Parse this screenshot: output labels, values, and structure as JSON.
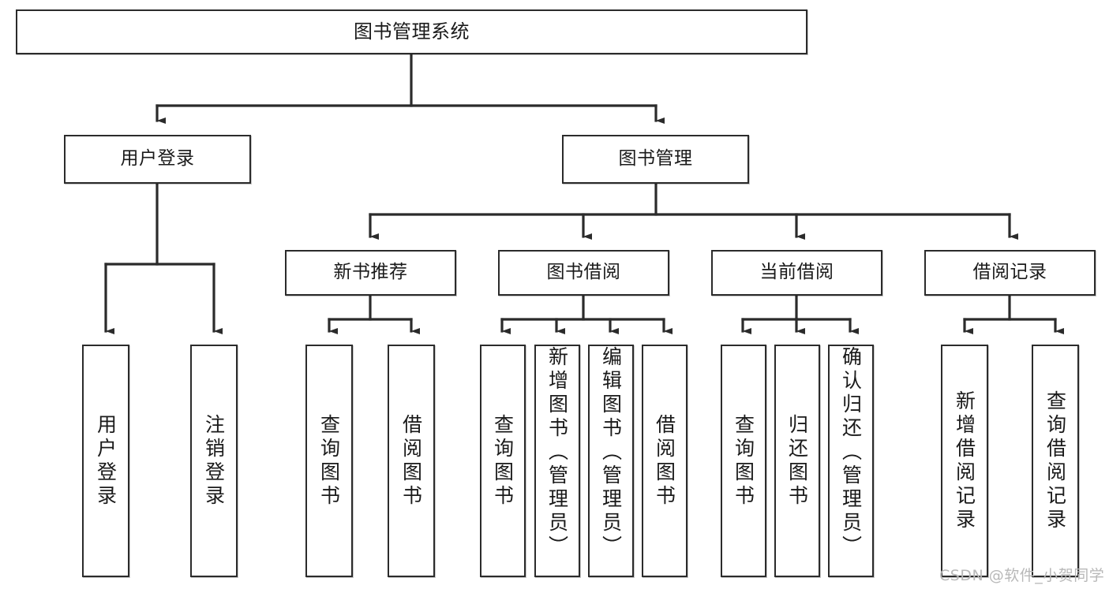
{
  "diagram": {
    "title": "图书管理系统",
    "type": "functional-structure-tree",
    "watermark": "CSDN @软件_小贺同学",
    "colors": {
      "stroke": "#2b2b2b",
      "fill": "#ffffff",
      "text": "#1a1a1a",
      "watermark": "#b8b8b8"
    },
    "levels": {
      "root": {
        "label": "图书管理系统"
      },
      "level2": [
        {
          "label": "用户登录"
        },
        {
          "label": "图书管理"
        }
      ],
      "level3": [
        {
          "label": "新书推荐"
        },
        {
          "label": "图书借阅"
        },
        {
          "label": "当前借阅"
        },
        {
          "label": "借阅记录"
        }
      ],
      "leaves": {
        "user_login": [
          {
            "label": "用户登录"
          },
          {
            "label": "注销登录"
          }
        ],
        "new_book_recommend": [
          {
            "label": "查询图书"
          },
          {
            "label": "借阅图书"
          }
        ],
        "book_borrow": [
          {
            "label": "查询图书"
          },
          {
            "label": "新增图书（管理员）"
          },
          {
            "label": "编辑图书（管理员）"
          },
          {
            "label": "借阅图书"
          }
        ],
        "current_borrow": [
          {
            "label": "查询图书"
          },
          {
            "label": "归还图书"
          },
          {
            "label": "确认归还（管理员）"
          }
        ],
        "borrow_record": [
          {
            "label": "新增借阅记录"
          },
          {
            "label": "查询借阅记录"
          }
        ]
      }
    }
  }
}
